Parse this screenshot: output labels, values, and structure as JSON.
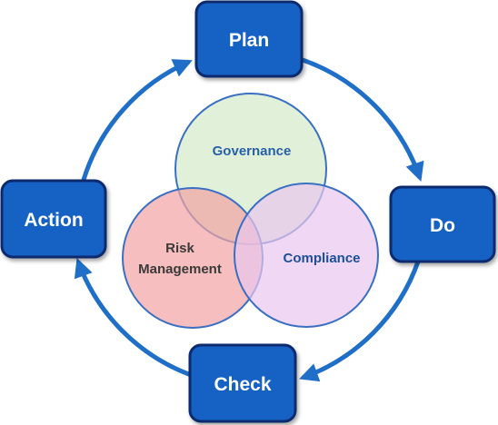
{
  "cycle": {
    "plan": "Plan",
    "do": "Do",
    "check": "Check",
    "action": "Action"
  },
  "venn": {
    "governance": "Governance",
    "risk_line1": "Risk",
    "risk_line2": "Management",
    "compliance": "Compliance"
  },
  "colors": {
    "box_fill": "#1262c4",
    "box_border": "#0a2a6e",
    "arrow": "#1f6fc8",
    "governance_fill": "#dcefd2",
    "risk_fill": "#f2a3a3",
    "compliance_fill": "#e9c6ee",
    "circle_stroke": "#3a70c4",
    "governance_text": "#2a5fa8",
    "risk_text": "#3a3a3a",
    "compliance_text": "#1b4f9a"
  }
}
